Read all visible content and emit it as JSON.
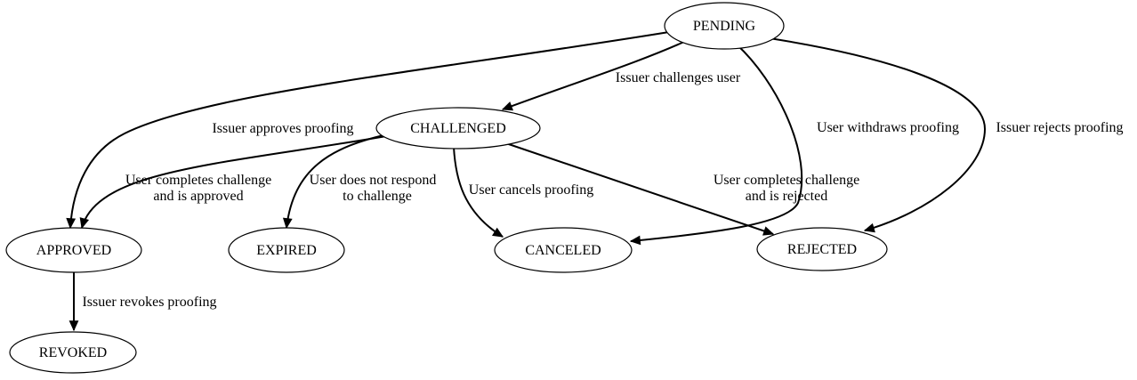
{
  "diagram": {
    "kind": "state-transition-graph",
    "colors": {
      "background": "#ffffff",
      "node_fill": "#ffffff",
      "stroke": "#000000",
      "text": "#000000"
    },
    "nodes": [
      {
        "id": "pending",
        "label": "PENDING"
      },
      {
        "id": "challenged",
        "label": "CHALLENGED"
      },
      {
        "id": "approved",
        "label": "APPROVED"
      },
      {
        "id": "expired",
        "label": "EXPIRED"
      },
      {
        "id": "canceled",
        "label": "CANCELED"
      },
      {
        "id": "rejected",
        "label": "REJECTED"
      },
      {
        "id": "revoked",
        "label": "REVOKED"
      }
    ],
    "edges": [
      {
        "from": "PENDING",
        "to": "CHALLENGED",
        "label_lines": [
          "Issuer challenges user"
        ]
      },
      {
        "from": "PENDING",
        "to": "APPROVED",
        "label_lines": [
          "Issuer approves proofing"
        ]
      },
      {
        "from": "CHALLENGED",
        "to": "APPROVED",
        "label_lines": [
          "User completes challenge",
          "and is approved"
        ]
      },
      {
        "from": "CHALLENGED",
        "to": "EXPIRED",
        "label_lines": [
          "User does not respond",
          "to challenge"
        ]
      },
      {
        "from": "CHALLENGED",
        "to": "CANCELED",
        "label_lines": [
          "User cancels proofing"
        ]
      },
      {
        "from": "CHALLENGED",
        "to": "REJECTED",
        "label_lines": [
          "User completes challenge",
          "and is rejected"
        ]
      },
      {
        "from": "PENDING",
        "to": "CANCELED",
        "label_lines": [
          "User withdraws proofing"
        ]
      },
      {
        "from": "PENDING",
        "to": "REJECTED",
        "label_lines": [
          "Issuer rejects proofing"
        ]
      },
      {
        "from": "APPROVED",
        "to": "REVOKED",
        "label_lines": [
          "Issuer revokes proofing"
        ]
      }
    ]
  }
}
